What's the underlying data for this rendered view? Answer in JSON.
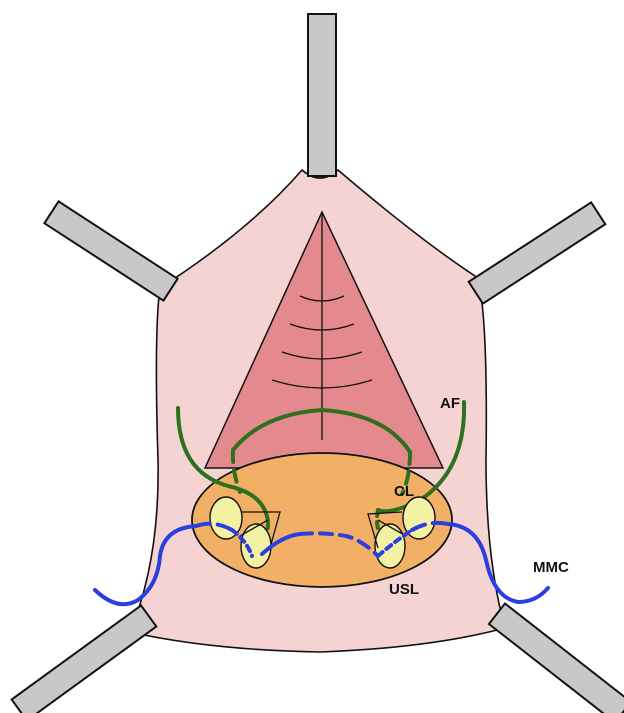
{
  "labels": {
    "af": "AF",
    "cl": "CL",
    "usl": "USL",
    "mmc": "MMC"
  },
  "colors": {
    "background": "#ffffff",
    "tissue_fill": "#f6d3d3",
    "tissue_outline": "#111111",
    "retractor_fill": "#c8c8c8",
    "retractor_outline": "#111111",
    "cone_fill": "#e48a8e",
    "disc_fill": "#f2b066",
    "ligament_fill": "#f3f2a4",
    "green_suture": "#2e7020",
    "blue_suture": "#2a3fe0"
  }
}
